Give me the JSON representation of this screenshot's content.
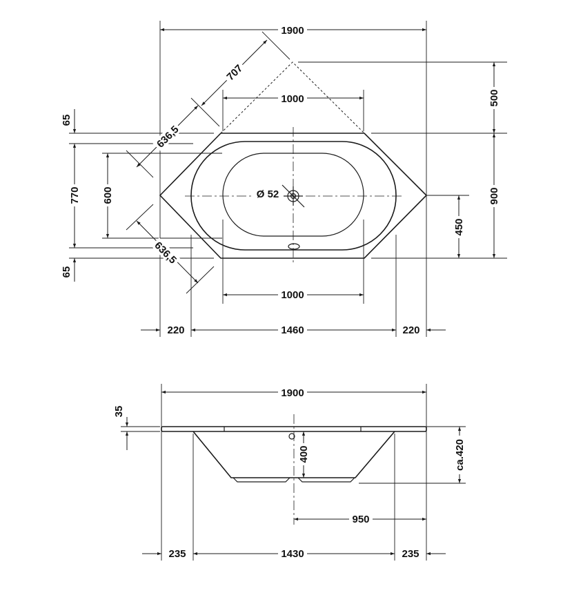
{
  "top_view": {
    "overall_width": "1900",
    "diagonal_top": "707",
    "inner_top_width": "1000",
    "diag_upper": "636,5",
    "diag_lower": "636,5",
    "overflow_diameter": "Ø 52",
    "left_offset_top": "65",
    "left_height": "770",
    "inner_height": "600",
    "left_offset_bottom": "65",
    "right_top": "500",
    "right_height": "900",
    "drain_offset": "450",
    "inner_bottom_width": "1000",
    "bottom_left": "220",
    "bottom_mid": "1460",
    "bottom_right": "220"
  },
  "side_view": {
    "overall_width": "1900",
    "rim": "35",
    "depth": "400",
    "total_height": "ca.420",
    "drain_distance": "950",
    "bottom_left": "235",
    "bottom_mid": "1430",
    "bottom_right": "235"
  }
}
